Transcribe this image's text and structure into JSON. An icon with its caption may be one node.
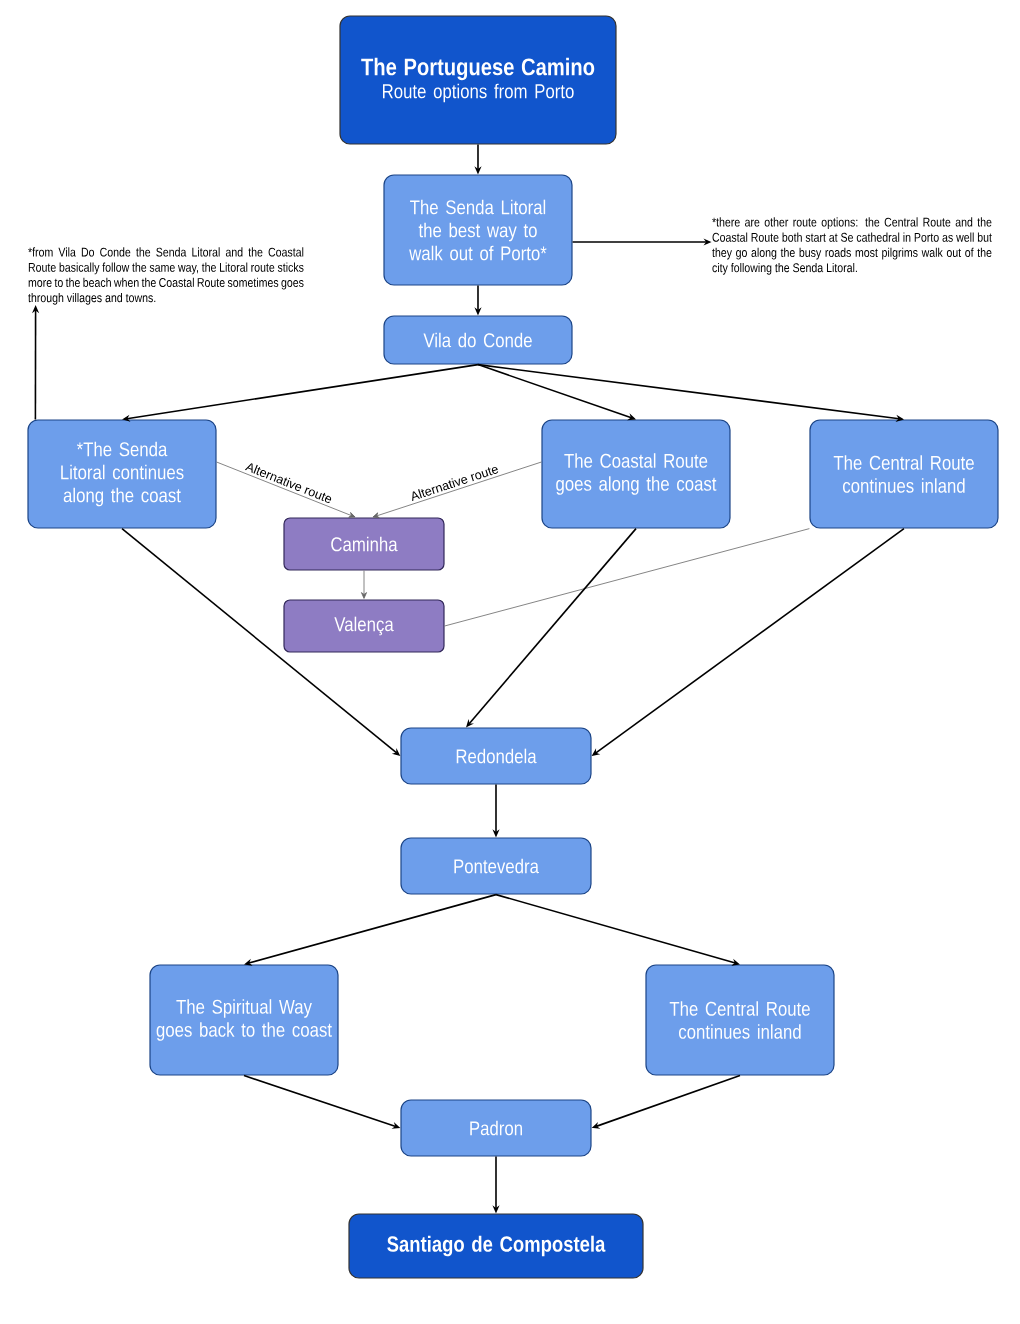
{
  "diagram": {
    "nodes": [
      {
        "text": [
          "The Portuguese Camino",
          "Route options from Porto"
        ]
      },
      {
        "text": [
          "The Senda Litoral the best way to walk out of Porto*"
        ]
      },
      {
        "text": [
          "Vila do Conde"
        ]
      },
      {
        "text": [
          "*The Senda Litoral continues along the coast"
        ]
      },
      {
        "text": [
          "The Coastal Route goes along the coast"
        ]
      },
      {
        "text": [
          "The Central Route continues inland"
        ]
      },
      {
        "text": [
          "Caminha"
        ]
      },
      {
        "text": [
          "Valença"
        ]
      },
      {
        "text": [
          "Redondela"
        ]
      },
      {
        "text": [
          "Pontevedra"
        ]
      },
      {
        "text": [
          "The Spiritual Way goes back to the coast"
        ]
      },
      {
        "text": [
          "The Central Route continues inland"
        ]
      },
      {
        "text": [
          "Padron"
        ]
      },
      {
        "text": [
          "Santiago de Compostela"
        ]
      },
      {
        "text": [
          "*from Vila Do Conde the Senda Litoral and the Coastal Route basically follow the same way, the Litoral route sticks more to the beach when the Coastal Route sometimes goes through villages and towns."
        ]
      },
      {
        "text": [
          "*there are other route options: the Central Route and the Coastal Route both start at Se cathedral in Porto as well but they go along the busy roads most pilgrims walk out of the city following the Senda Litoral."
        ]
      }
    ],
    "edges": [
      {
        "from": 0,
        "to": 1,
        "arrow": "to"
      },
      {
        "from": 1,
        "to": 2,
        "arrow": "to"
      },
      {
        "from": 1,
        "to": 15,
        "arrow": "to"
      },
      {
        "from": 2,
        "to": 3,
        "arrow": "to"
      },
      {
        "from": 2,
        "to": 4,
        "arrow": "to"
      },
      {
        "from": 2,
        "to": 5,
        "arrow": "to"
      },
      {
        "from": 3,
        "to": 14,
        "arrow": "to"
      },
      {
        "from": 3,
        "to": 6,
        "arrow": "to",
        "label": "Alternative route",
        "color": "#666666"
      },
      {
        "from": 4,
        "to": 6,
        "arrow": "to",
        "label": "Alternative route",
        "color": "#666666"
      },
      {
        "from": 6,
        "to": 7,
        "arrow": "to",
        "color": "#666666"
      },
      {
        "from": 5,
        "to": 7,
        "arrow": "none",
        "color": "#666666"
      },
      {
        "from": 3,
        "to": 8,
        "arrow": "to"
      },
      {
        "from": 4,
        "to": 8,
        "arrow": "to"
      },
      {
        "from": 5,
        "to": 8,
        "arrow": "to"
      },
      {
        "from": 8,
        "to": 9,
        "arrow": "to"
      },
      {
        "from": 9,
        "to": 10,
        "arrow": "to"
      },
      {
        "from": 9,
        "to": 11,
        "arrow": "to"
      },
      {
        "from": 10,
        "to": 12,
        "arrow": "to"
      },
      {
        "from": 11,
        "to": 12,
        "arrow": "to"
      },
      {
        "from": 12,
        "to": 13,
        "arrow": "to"
      }
    ]
  }
}
